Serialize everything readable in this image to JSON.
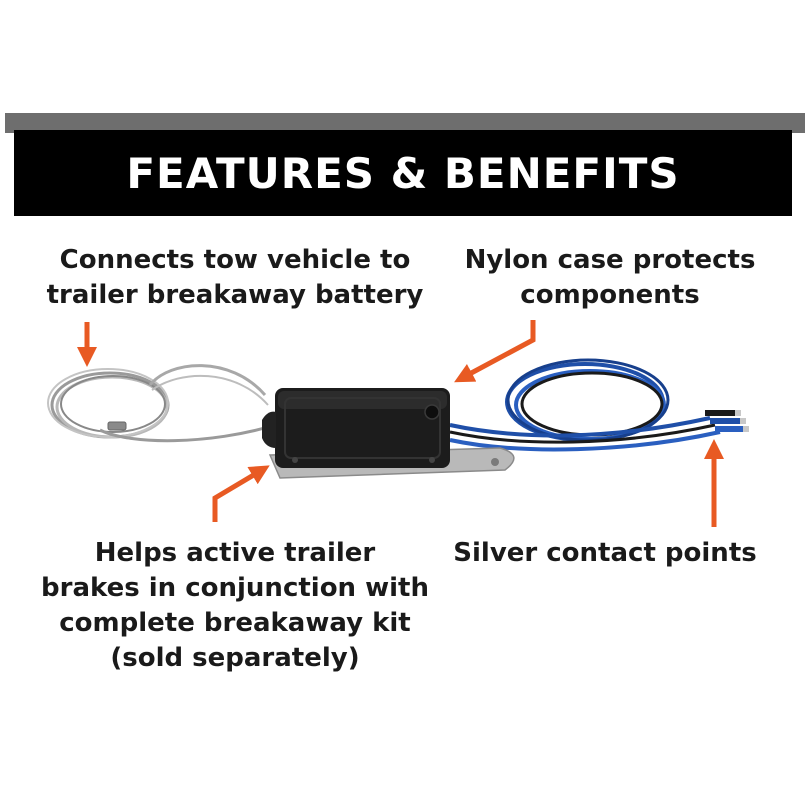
{
  "header": {
    "title": "FEATURES & BENEFITS"
  },
  "callouts": {
    "top_left": [
      "Connects tow vehicle to",
      "trailer breakaway battery"
    ],
    "top_right": [
      "Nylon case protects",
      "components"
    ],
    "bottom_left": [
      "Helps active trailer",
      "brakes in conjunction with",
      "complete breakaway kit",
      "(sold separately)"
    ],
    "bottom_right": [
      "Silver contact points"
    ]
  },
  "colors": {
    "arrow": "#e85a23",
    "title_bg": "#000000",
    "title_text": "#ffffff",
    "top_bar": "#6e6e6e",
    "wire_blue": "#1f4fa8",
    "switch_body": "#1c1c1c"
  },
  "icons": [
    "arrow-down-icon",
    "arrow-up-icon",
    "arrow-diagonal-icon"
  ]
}
